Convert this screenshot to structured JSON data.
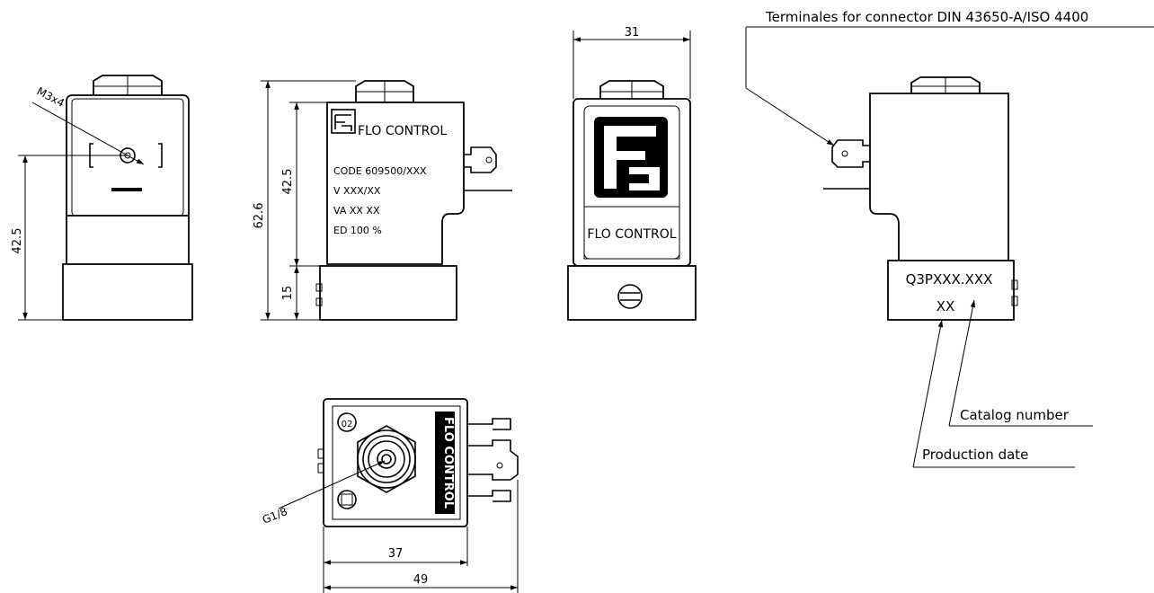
{
  "annotations": {
    "terminals": "Terminales for connector DIN 43650-A/ISO 4400",
    "catalog_number": "Catalog number",
    "production_date": "Production date",
    "thread_m3": "M3x4",
    "thread_g18": "G1/8"
  },
  "dimensions": {
    "left_height": "42.5",
    "total_height": "62.6",
    "coil_height": "42.5",
    "base_height": "15",
    "top_width": "31",
    "bottom_width_inner": "37",
    "bottom_width_outer": "49"
  },
  "label_side": {
    "brand": "FLO CONTROL",
    "code": "CODE 609500/XXX",
    "voltage": "V  XXX/XX",
    "power": "VA  XX  XX",
    "duty": "ED  100 %"
  },
  "label_front": {
    "brand": "FLO CONTROL"
  },
  "label_base": {
    "catalog": "Q3PXXX.XXX",
    "date": "XX"
  },
  "label_bottom": {
    "brand": "FLO CONTROL",
    "marking": "02"
  }
}
